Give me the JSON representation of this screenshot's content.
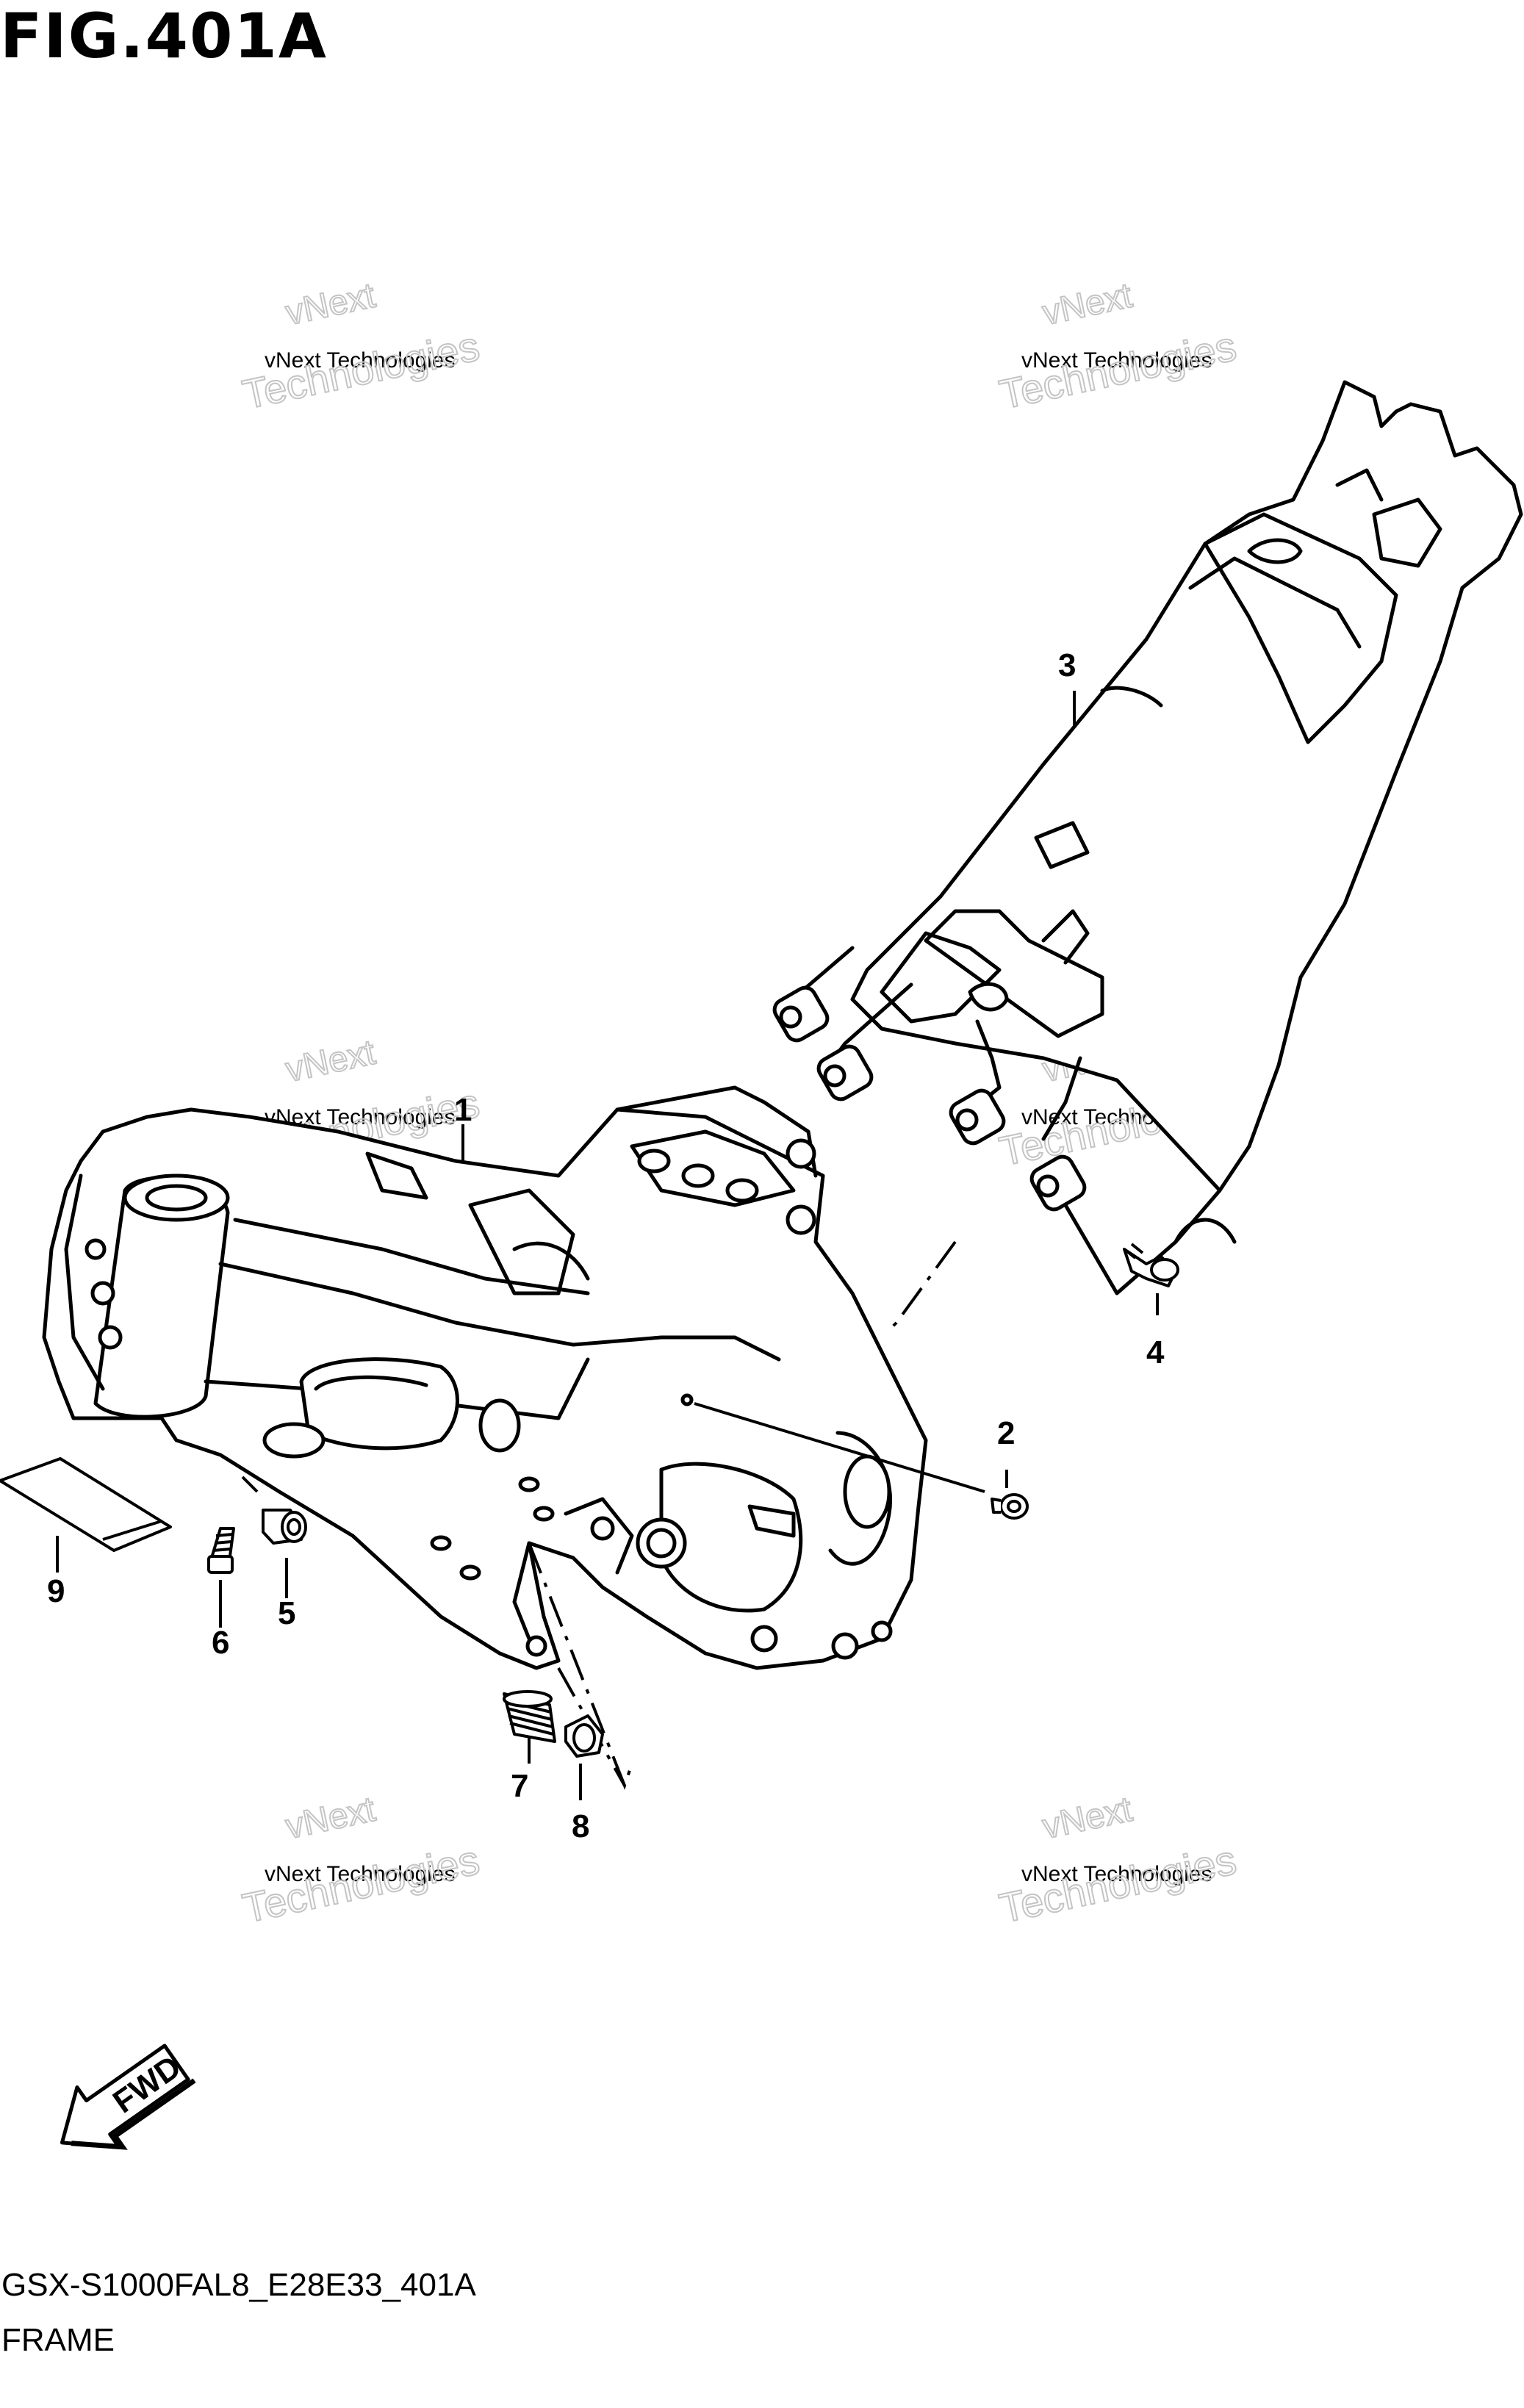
{
  "figure": {
    "title": "FIG.401A",
    "code": "GSX-S1000FAL8_E28E33_401A",
    "caption": "FRAME",
    "direction_label": "FWD"
  },
  "watermark": {
    "line1": "vNext Technologies",
    "line2": "vNext",
    "line3": "Technologies",
    "color": "#b8b8b8"
  },
  "callouts": [
    {
      "id": "1",
      "label": "1"
    },
    {
      "id": "2",
      "label": "2"
    },
    {
      "id": "3",
      "label": "3"
    },
    {
      "id": "4",
      "label": "4"
    },
    {
      "id": "5",
      "label": "5"
    },
    {
      "id": "6",
      "label": "6"
    },
    {
      "id": "7",
      "label": "7"
    },
    {
      "id": "8",
      "label": "8"
    },
    {
      "id": "9",
      "label": "9"
    }
  ],
  "colors": {
    "line": "#000000",
    "background": "#ffffff"
  }
}
